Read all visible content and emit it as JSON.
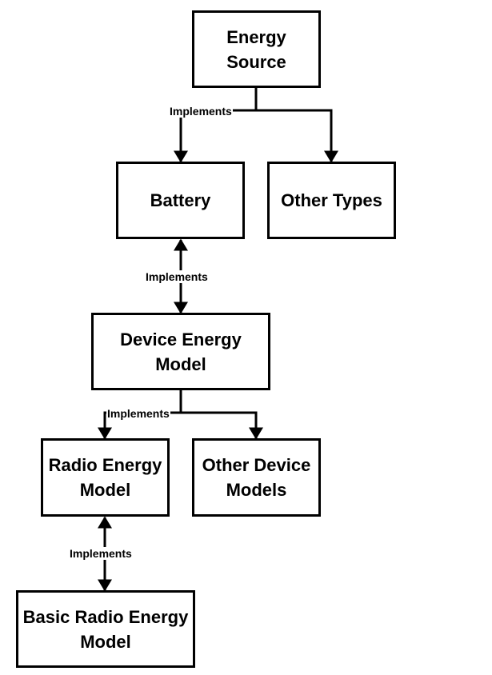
{
  "nodes": {
    "energy_source": "Energy\nSource",
    "battery": "Battery",
    "other_types": "Other Types",
    "device_energy_model": "Device Energy\nModel",
    "radio_energy_model": "Radio Energy\nModel",
    "other_device_models": "Other Device\nModels",
    "basic_radio_energy_model": "Basic Radio Energy\nModel"
  },
  "edge_labels": {
    "source_to_battery": "Implements",
    "battery_device": "Implements",
    "device_to_radio": "Implements",
    "radio_basic": "Implements"
  },
  "colors": {
    "stroke": "#000000",
    "background": "#ffffff"
  }
}
